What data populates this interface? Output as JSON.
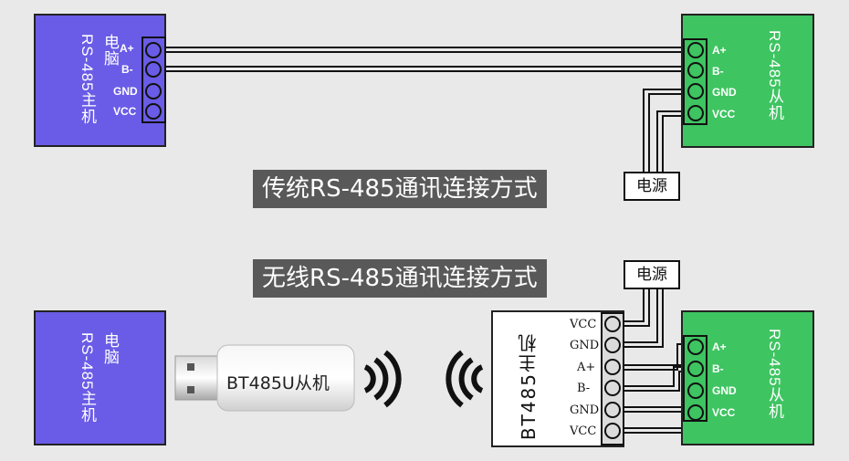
{
  "traditional": {
    "banner": "传统RS-485通讯连接方式",
    "master": {
      "label": "电脑\nRS-485主机",
      "pins": [
        "A+",
        "B-",
        "GND",
        "VCC"
      ]
    },
    "slave": {
      "label": "RS-485从机",
      "pins": [
        "A+",
        "B-",
        "GND",
        "VCC"
      ]
    },
    "power": "电源"
  },
  "wireless": {
    "banner": "无线RS-485通讯连接方式",
    "master": {
      "label": "电脑\nRS-485主机"
    },
    "dongle": "BT485U从机",
    "module": {
      "label": "BT485主机",
      "pins": [
        "VCC",
        "GND",
        "A+",
        "B-",
        "GND",
        "VCC"
      ]
    },
    "slave": {
      "label": "RS-485从机",
      "pins": [
        "A+",
        "B-",
        "GND",
        "VCC"
      ]
    },
    "power": "电源"
  },
  "colors": {
    "master": "#6a5ce6",
    "slave": "#3ec461",
    "banner": "#595959",
    "wire": "#111111"
  }
}
